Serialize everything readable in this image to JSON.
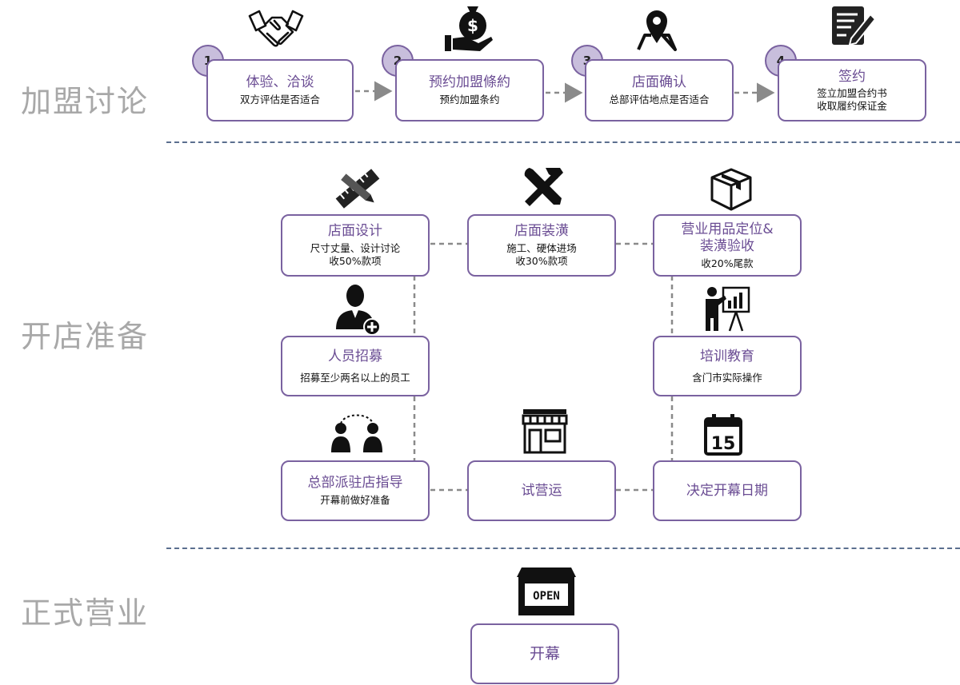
{
  "sections": {
    "discussion": "加盟讨论",
    "preparation": "开店准备",
    "opening": "正式营业"
  },
  "steps": [
    {
      "num": "1",
      "title": "体验、洽谈",
      "desc": "双方评估是否适合"
    },
    {
      "num": "2",
      "title": "预约加盟條約",
      "desc": "预约加盟条约"
    },
    {
      "num": "3",
      "title": "店面确认",
      "desc": "总部评估地点是否适合"
    },
    {
      "num": "4",
      "title": "签约",
      "desc1": "签立加盟合约书",
      "desc2": "收取履约保证金"
    }
  ],
  "prep": {
    "design": {
      "title": "店面设计",
      "desc1": "尺寸丈量、设计讨论",
      "desc2": "收50%款项"
    },
    "decoration": {
      "title": "店面装潢",
      "desc1": "施工、硬体进场",
      "desc2": "收30%款项"
    },
    "supplies": {
      "title1": "营业用品定位&",
      "title2": "装潢验收",
      "desc": "收20%尾款"
    },
    "recruit": {
      "title": "人员招募",
      "desc": "招募至少两名以上的员工"
    },
    "training": {
      "title": "培训教育",
      "desc": "含门市实际操作"
    },
    "guidance": {
      "title": "总部派驻店指导",
      "desc": "开幕前做好准备"
    },
    "trial": {
      "title": "试营运"
    },
    "date": {
      "title": "决定开幕日期"
    }
  },
  "open": {
    "title": "开幕",
    "sign_text": "OPEN"
  },
  "calendar_day": "15",
  "colors": {
    "accent": "#6a4c93",
    "border": "#7a62a0",
    "circle": "#c8bedc",
    "divider": "#5b6f8f",
    "label": "#a8a8a8"
  },
  "icons": [
    "handshake-icon",
    "money-bag-hand-icon",
    "map-pin-icon",
    "contract-sign-icon",
    "ruler-pencil-icon",
    "hammer-wrench-icon",
    "box-icon",
    "add-user-icon",
    "presentation-icon",
    "two-people-icon",
    "storefront-icon",
    "calendar-icon",
    "open-shop-icon"
  ]
}
